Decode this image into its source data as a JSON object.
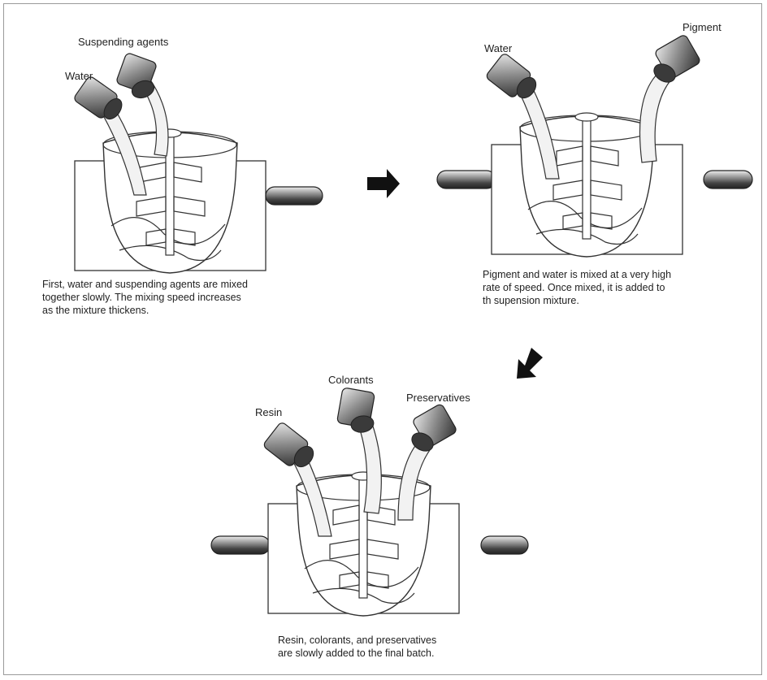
{
  "labels": {
    "step1_water": "Water",
    "step1_suspending": "Suspending agents",
    "step2_water": "Water",
    "step2_pigment": "Pigment",
    "step3_resin": "Resin",
    "step3_colorants": "Colorants",
    "step3_preservatives": "Preservatives"
  },
  "captions": {
    "step1": [
      "First, water and suspending agents are mixed",
      "together slowly. The mixing speed increases",
      "as the mixture thickens."
    ],
    "step2": [
      "Pigment and water is mixed at a very high",
      "rate of speed. Once mixed, it is added to",
      "th supension mixture."
    ],
    "step3": [
      "Resin, colorants, and preservatives",
      "are slowly added to the final batch."
    ]
  }
}
